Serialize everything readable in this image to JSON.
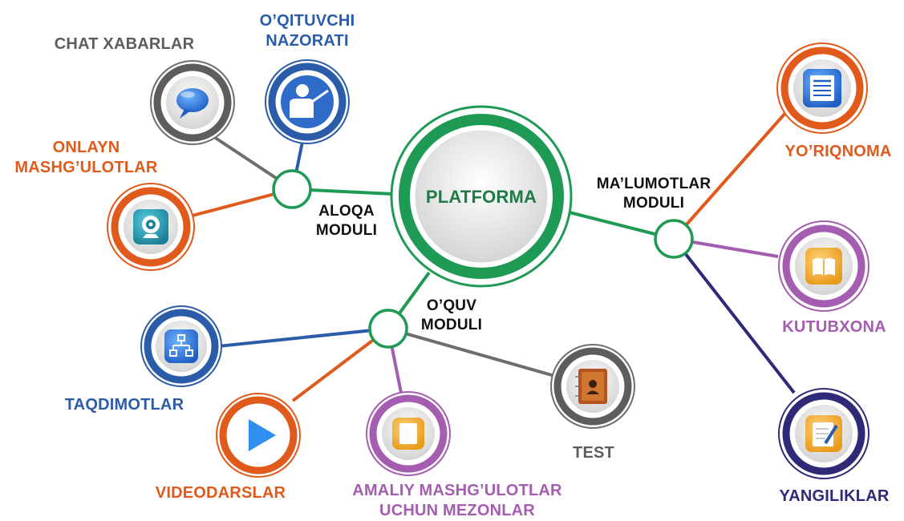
{
  "center": {
    "label": "PLATFORMA"
  },
  "modules": {
    "aloqa": {
      "line1": "ALOQA",
      "line2": "MODULI"
    },
    "malumotlar": {
      "line1": "MA’LUMOTLAR",
      "line2": "MODULI"
    },
    "oquv": {
      "line1": "O’QUV",
      "line2": "MODULI"
    }
  },
  "nodes": {
    "chat": {
      "line1": "CHAT XABARLAR",
      "icon": "chat-bubble-icon",
      "color": "#5d5d5d"
    },
    "oqituvchi": {
      "line1": "O’QITUVCHI",
      "line2": "NAZORATI",
      "icon": "teacher-icon",
      "color": "#2a5caa"
    },
    "onlayn": {
      "line1": "ONLAYN",
      "line2": "MASHG’ULOTLAR",
      "icon": "webcam-icon",
      "color": "#e05a1c"
    },
    "yoriqnoma": {
      "line1": "YO’RIQNOMA",
      "icon": "document-list-icon",
      "color": "#e05a1c"
    },
    "kutubxona": {
      "line1": "KUTUBXONA",
      "icon": "book-icon",
      "color": "#a45db0"
    },
    "yangiliklar": {
      "line1": "YANGILIKLAR",
      "icon": "note-pen-icon",
      "color": "#2e2a78"
    },
    "taqdimotlar": {
      "line1": "TAQDIMOTLAR",
      "icon": "hierarchy-icon",
      "color": "#2a5caa"
    },
    "videodarslar": {
      "line1": "VIDEODARSLAR",
      "icon": "play-icon",
      "color": "#e05a1c"
    },
    "amaliy": {
      "line1": "AMALIY MASHG’ULOTLAR",
      "line2": "UCHUN MEZONLAR",
      "icon": "tablet-icon",
      "color": "#a45db0"
    },
    "test": {
      "line1": "TEST",
      "icon": "contact-book-icon",
      "color": "#5d5d5d"
    }
  },
  "colors": {
    "green": "#1f9a55",
    "center_fill": "#e6e6e6"
  }
}
